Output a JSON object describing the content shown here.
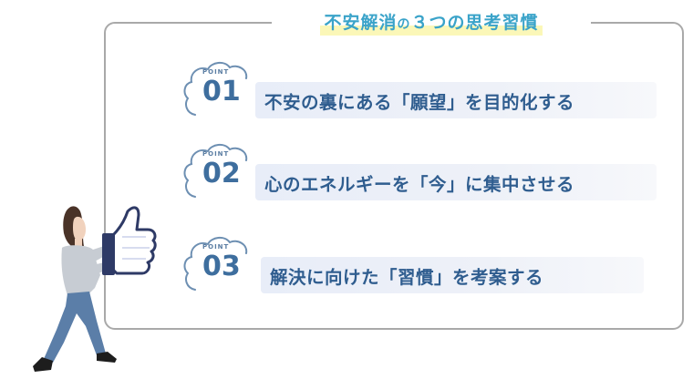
{
  "title": {
    "main": "不安解消",
    "connector": "の",
    "rest": "３つの思考習慣"
  },
  "points": [
    {
      "label": "POINT",
      "number": "01",
      "text": "不安の裏にある「願望」を目的化する"
    },
    {
      "label": "POINT",
      "number": "02",
      "text": "心のエネルギーを「今」に集中させる"
    },
    {
      "label": "POINT",
      "number": "03",
      "text": "解決に向けた「習慣」を考案する"
    }
  ],
  "colors": {
    "title": "#3aa3c9",
    "highlight": "#fbf7b8",
    "point_text": "#2f5d8f",
    "pill_bg": "#e8edf8",
    "frame_border": "#a9a9a9"
  },
  "icons": [
    "cloud-bubble-icon",
    "thumbs-up-icon"
  ]
}
